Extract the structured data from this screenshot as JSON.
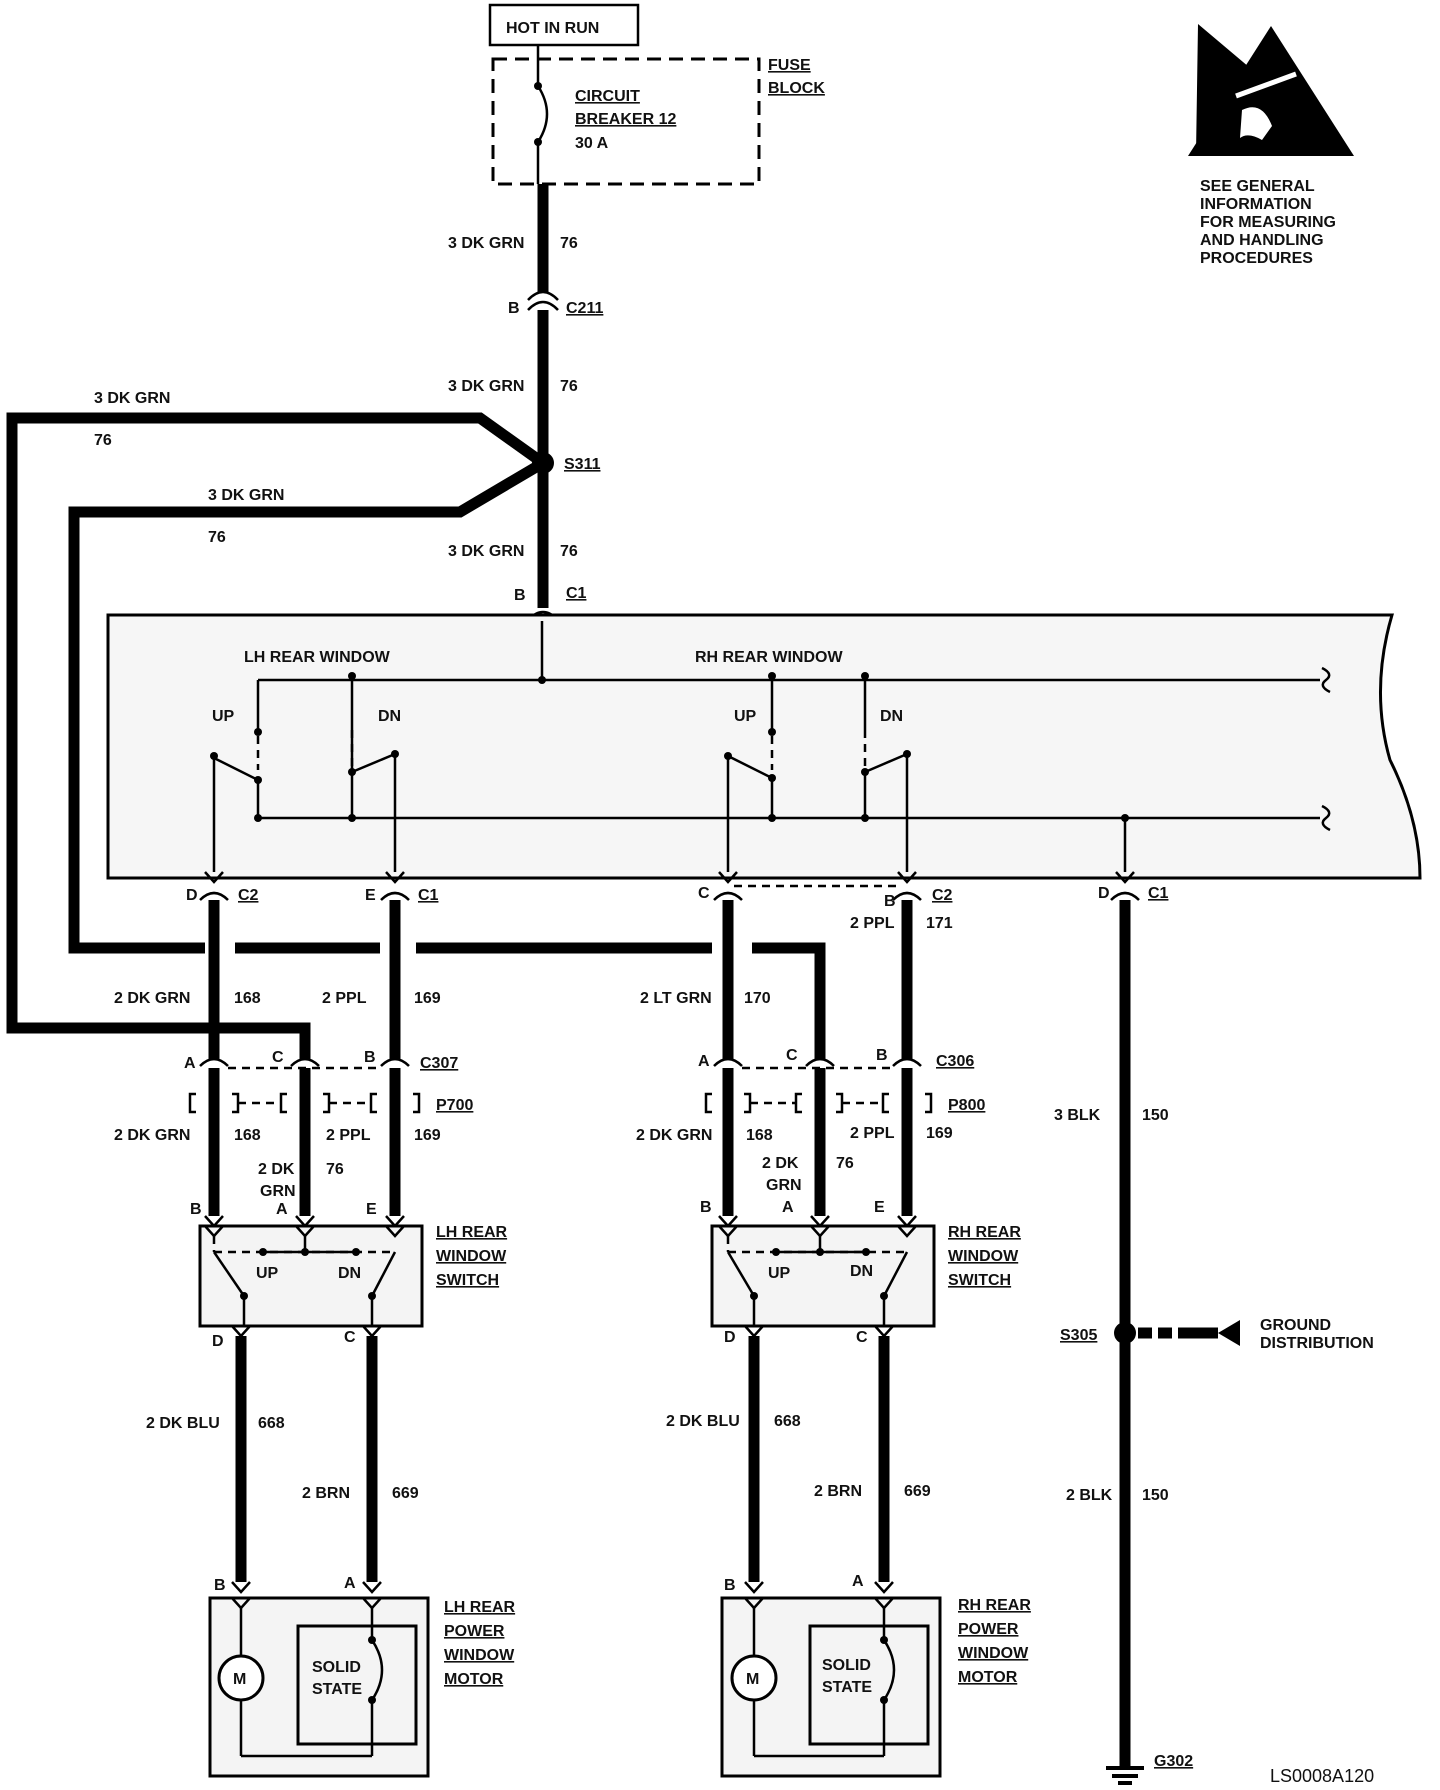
{
  "header": {
    "hot_in_run": "HOT IN RUN",
    "fuse_block": [
      "FUSE",
      "BLOCK"
    ],
    "circuit_breaker": [
      "CIRCUIT",
      "BREAKER 12"
    ],
    "breaker_rating": "30 A"
  },
  "esd_note": [
    "SEE GENERAL",
    "INFORMATION",
    "FOR MEASURING",
    "AND HANDLING",
    "PROCEDURES"
  ],
  "main_feed": {
    "wire1_color": "3 DK GRN",
    "wire1_num": "76",
    "conn_b": "B",
    "c211": "C211",
    "wire2_color": "3 DK GRN",
    "wire2_num": "76",
    "s311": "S311",
    "wire3_color": "3 DK GRN",
    "wire3_num": "76",
    "c1_top_pin": "B",
    "c1_top": "C1"
  },
  "branches": {
    "outer_color": "3 DK GRN",
    "outer_num": "76",
    "inner_color": "3 DK GRN",
    "inner_num": "76"
  },
  "master_switch": {
    "lh_label": "LH  REAR WINDOW",
    "rh_label": "RH  REAR  WINDOW",
    "up": "UP",
    "dn": "DN"
  },
  "switch_outputs": {
    "d": "D",
    "c2_left": "C2",
    "e": "E",
    "c1_left": "C1",
    "c": "C",
    "b": "B",
    "c2_right": "C2",
    "d_right": "D",
    "c1_right": "C1",
    "ppl_171": "2 PPL",
    "num_171": "171"
  },
  "lh_circuit": {
    "w168_color": "2 DK GRN",
    "w168": "168",
    "w169_color": "2 PPL",
    "w169": "169",
    "pin_a": "A",
    "pin_c": "C",
    "pin_b": "B",
    "c307": "C307",
    "p700": "P700",
    "w168b_color": "2 DK GRN",
    "w168b": "168",
    "w169b_color": "2 PPL",
    "w169b": "169",
    "w76_color_1": "2 DK",
    "w76_color_2": "GRN",
    "w76": "76",
    "sw_b": "B",
    "sw_a": "A",
    "sw_e": "E",
    "switch_name": [
      "LH REAR",
      "WINDOW",
      "SWITCH"
    ],
    "sw_up": "UP",
    "sw_dn": "DN",
    "sw_d": "D",
    "sw_c": "C",
    "w668_color": "2 DK BLU",
    "w668": "668",
    "w669_color": "2 BRN",
    "w669": "669",
    "motor_b": "B",
    "motor_a": "A",
    "motor_name": [
      "LH REAR",
      "POWER",
      "WINDOW",
      "MOTOR"
    ],
    "m": "M",
    "solid_state": [
      "SOLID",
      "STATE"
    ]
  },
  "rh_circuit": {
    "w170_color": "2 LT GRN",
    "w170": "170",
    "pin_a": "A",
    "pin_c": "C",
    "pin_b": "B",
    "c306": "C306",
    "p800": "P800",
    "w168b_color": "2 DK GRN",
    "w168b": "168",
    "w169b_color": "2 PPL",
    "w169b": "169",
    "w76_color_1": "2 DK",
    "w76_color_2": "GRN",
    "w76": "76",
    "sw_b": "B",
    "sw_a": "A",
    "sw_e": "E",
    "switch_name": [
      "RH REAR",
      "WINDOW",
      "SWITCH"
    ],
    "sw_up": "UP",
    "sw_dn": "DN",
    "sw_d": "D",
    "sw_c": "C",
    "w668_color": "2 DK BLU",
    "w668": "668",
    "w669_color": "2 BRN",
    "w669": "669",
    "motor_b": "B",
    "motor_a": "A",
    "motor_name": [
      "RH REAR",
      "POWER",
      "WINDOW",
      "MOTOR"
    ],
    "m": "M",
    "solid_state": [
      "SOLID",
      "STATE"
    ]
  },
  "ground": {
    "w150a_color": "3 BLK",
    "w150a": "150",
    "s305": "S305",
    "ground_dist": [
      "GROUND",
      "DISTRIBUTION"
    ],
    "w150b_color": "2 BLK",
    "w150b": "150",
    "g302": "G302"
  },
  "figure_id": "LS0008A120"
}
